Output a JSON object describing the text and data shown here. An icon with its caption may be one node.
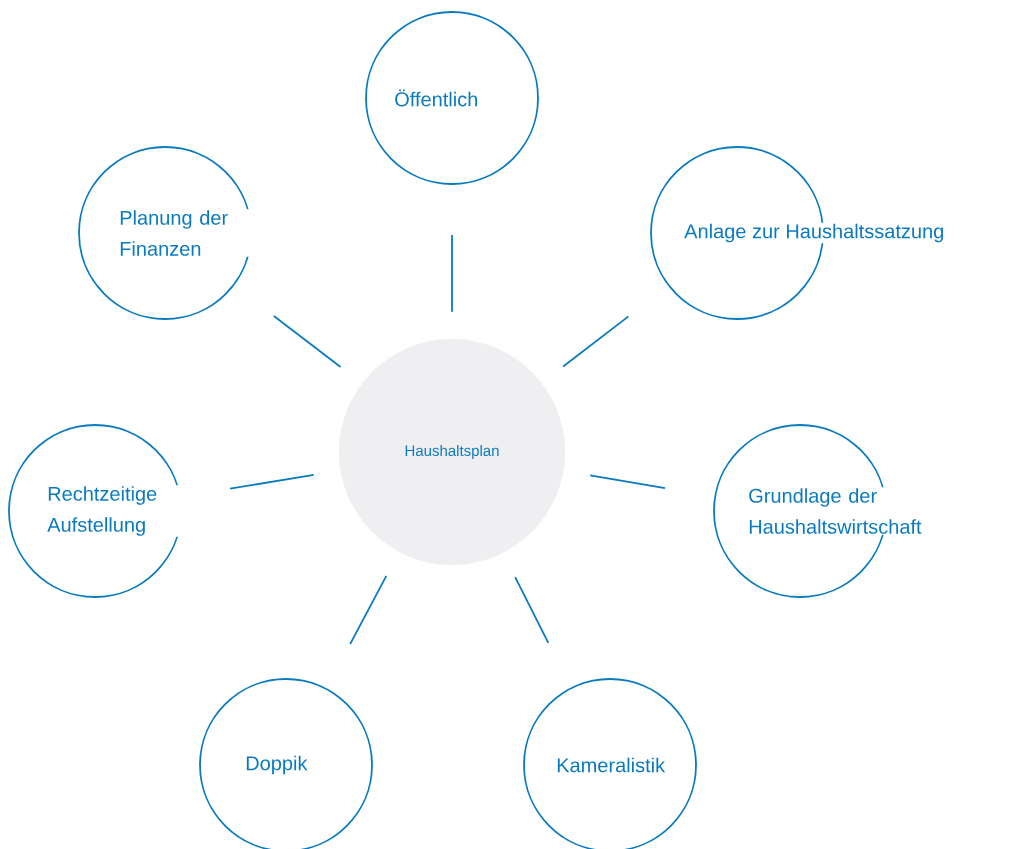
{
  "diagram": {
    "nodes": [
      {
        "text": [
          "Haushaltsplan"
        ]
      },
      {
        "text": [
          "Öffentlich"
        ]
      },
      {
        "text": [
          "Planung der Finanzen"
        ]
      },
      {
        "text": [
          "Anlage zur Haushaltssatzung"
        ]
      },
      {
        "text": [
          "Rechtzeitige Aufstellung"
        ]
      },
      {
        "text": [
          "Grundlage der Haushaltswirtschaft"
        ]
      },
      {
        "text": [
          "Doppik"
        ]
      },
      {
        "text": [
          "Kameralistik"
        ]
      }
    ],
    "edges": [
      {
        "from": 0,
        "to": 1,
        "arrow": "none"
      },
      {
        "from": 0,
        "to": 2,
        "arrow": "none"
      },
      {
        "from": 0,
        "to": 3,
        "arrow": "none"
      },
      {
        "from": 0,
        "to": 4,
        "arrow": "none"
      },
      {
        "from": 0,
        "to": 5,
        "arrow": "none"
      },
      {
        "from": 0,
        "to": 6,
        "arrow": "none"
      },
      {
        "from": 0,
        "to": 7,
        "arrow": "none"
      }
    ]
  }
}
